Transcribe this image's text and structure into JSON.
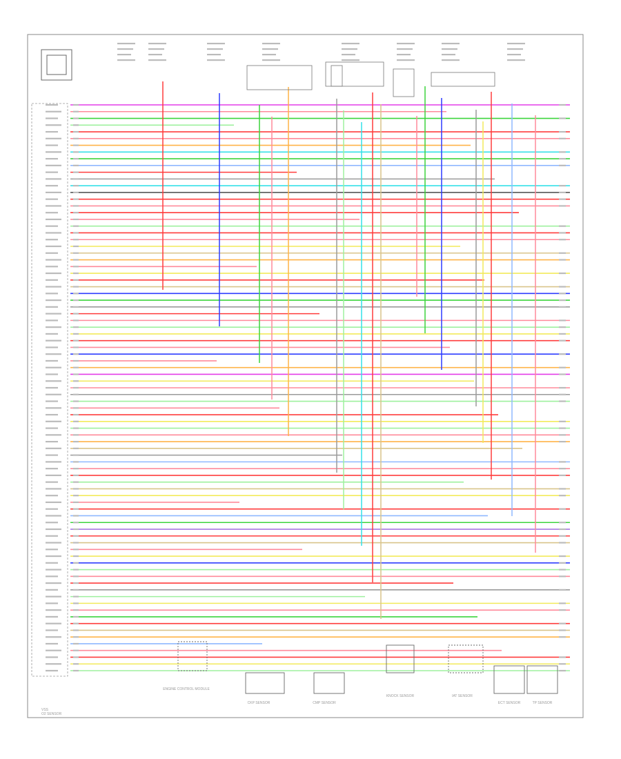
{
  "diagram": {
    "footer_code": "",
    "component_captions": [
      "ENGINE CONTROL MODULE",
      "CKP SENSOR",
      "CMP SENSOR",
      "KNOCK SENSOR",
      "IAT SENSOR",
      "ECT SENSOR",
      "TP SENSOR",
      "VSS",
      "O2 SENSOR"
    ],
    "colors": {
      "red": "#ff3b3b",
      "pink": "#ff8a9a",
      "green": "#3cd43c",
      "lightgreen": "#9ef09e",
      "blue": "#2d3cff",
      "lightblue": "#8fb8ff",
      "cyan": "#34e0e8",
      "magenta": "#e43ce8",
      "yellow": "#f2ea5a",
      "orange": "#ffb347",
      "tan": "#d9c48a",
      "gray": "#9a9a9a",
      "darkgray": "#555555",
      "purple": "#a06be0",
      "frame": "#888888"
    },
    "horizontal_wires": [
      {
        "c": "magenta"
      },
      {
        "c": "pink"
      },
      {
        "c": "green"
      },
      {
        "c": "lightgreen"
      },
      {
        "c": "red"
      },
      {
        "c": "pink"
      },
      {
        "c": "orange"
      },
      {
        "c": "cyan"
      },
      {
        "c": "green"
      },
      {
        "c": "lightblue"
      },
      {
        "c": "red"
      },
      {
        "c": "gray"
      },
      {
        "c": "cyan"
      },
      {
        "c": "darkgray"
      },
      {
        "c": "red"
      },
      {
        "c": "pink"
      },
      {
        "c": "red"
      },
      {
        "c": "pink"
      },
      {
        "c": "lightgreen"
      },
      {
        "c": "red"
      },
      {
        "c": "pink"
      },
      {
        "c": "yellow"
      },
      {
        "c": "tan"
      },
      {
        "c": "orange"
      },
      {
        "c": "pink"
      },
      {
        "c": "yellow"
      },
      {
        "c": "red"
      },
      {
        "c": "tan"
      },
      {
        "c": "blue"
      },
      {
        "c": "green"
      },
      {
        "c": "gray"
      },
      {
        "c": "red"
      },
      {
        "c": "pink"
      },
      {
        "c": "lightgreen"
      },
      {
        "c": "yellow"
      },
      {
        "c": "red"
      },
      {
        "c": "pink"
      },
      {
        "c": "blue"
      },
      {
        "c": "pink"
      },
      {
        "c": "orange"
      },
      {
        "c": "magenta"
      },
      {
        "c": "yellow"
      },
      {
        "c": "pink"
      },
      {
        "c": "gray"
      },
      {
        "c": "lightgreen"
      },
      {
        "c": "pink"
      },
      {
        "c": "red"
      },
      {
        "c": "yellow"
      },
      {
        "c": "lightgreen"
      },
      {
        "c": "pink"
      },
      {
        "c": "orange"
      },
      {
        "c": "tan"
      },
      {
        "c": "gray"
      },
      {
        "c": "lightblue"
      },
      {
        "c": "pink"
      },
      {
        "c": "red"
      },
      {
        "c": "lightgreen"
      },
      {
        "c": "tan"
      },
      {
        "c": "yellow"
      },
      {
        "c": "pink"
      },
      {
        "c": "red"
      },
      {
        "c": "lightblue"
      },
      {
        "c": "green"
      },
      {
        "c": "purple"
      },
      {
        "c": "red"
      },
      {
        "c": "tan"
      },
      {
        "c": "pink"
      },
      {
        "c": "yellow"
      },
      {
        "c": "blue"
      },
      {
        "c": "lightgreen"
      },
      {
        "c": "pink"
      },
      {
        "c": "red"
      },
      {
        "c": "gray"
      },
      {
        "c": "lightgreen"
      },
      {
        "c": "yellow"
      },
      {
        "c": "pink"
      },
      {
        "c": "green"
      },
      {
        "c": "red"
      },
      {
        "c": "tan"
      },
      {
        "c": "orange"
      },
      {
        "c": "lightblue"
      },
      {
        "c": "pink"
      },
      {
        "c": "red"
      },
      {
        "c": "yellow"
      },
      {
        "c": "lightgreen"
      }
    ],
    "vertical_wires": [
      {
        "c": "red"
      },
      {
        "c": "blue"
      },
      {
        "c": "green"
      },
      {
        "c": "pink"
      },
      {
        "c": "orange"
      },
      {
        "c": "gray"
      },
      {
        "c": "lightgreen"
      },
      {
        "c": "cyan"
      },
      {
        "c": "red"
      },
      {
        "c": "tan"
      },
      {
        "c": "pink"
      },
      {
        "c": "green"
      },
      {
        "c": "blue"
      },
      {
        "c": "gray"
      },
      {
        "c": "yellow"
      },
      {
        "c": "red"
      },
      {
        "c": "lightblue"
      },
      {
        "c": "pink"
      }
    ]
  }
}
